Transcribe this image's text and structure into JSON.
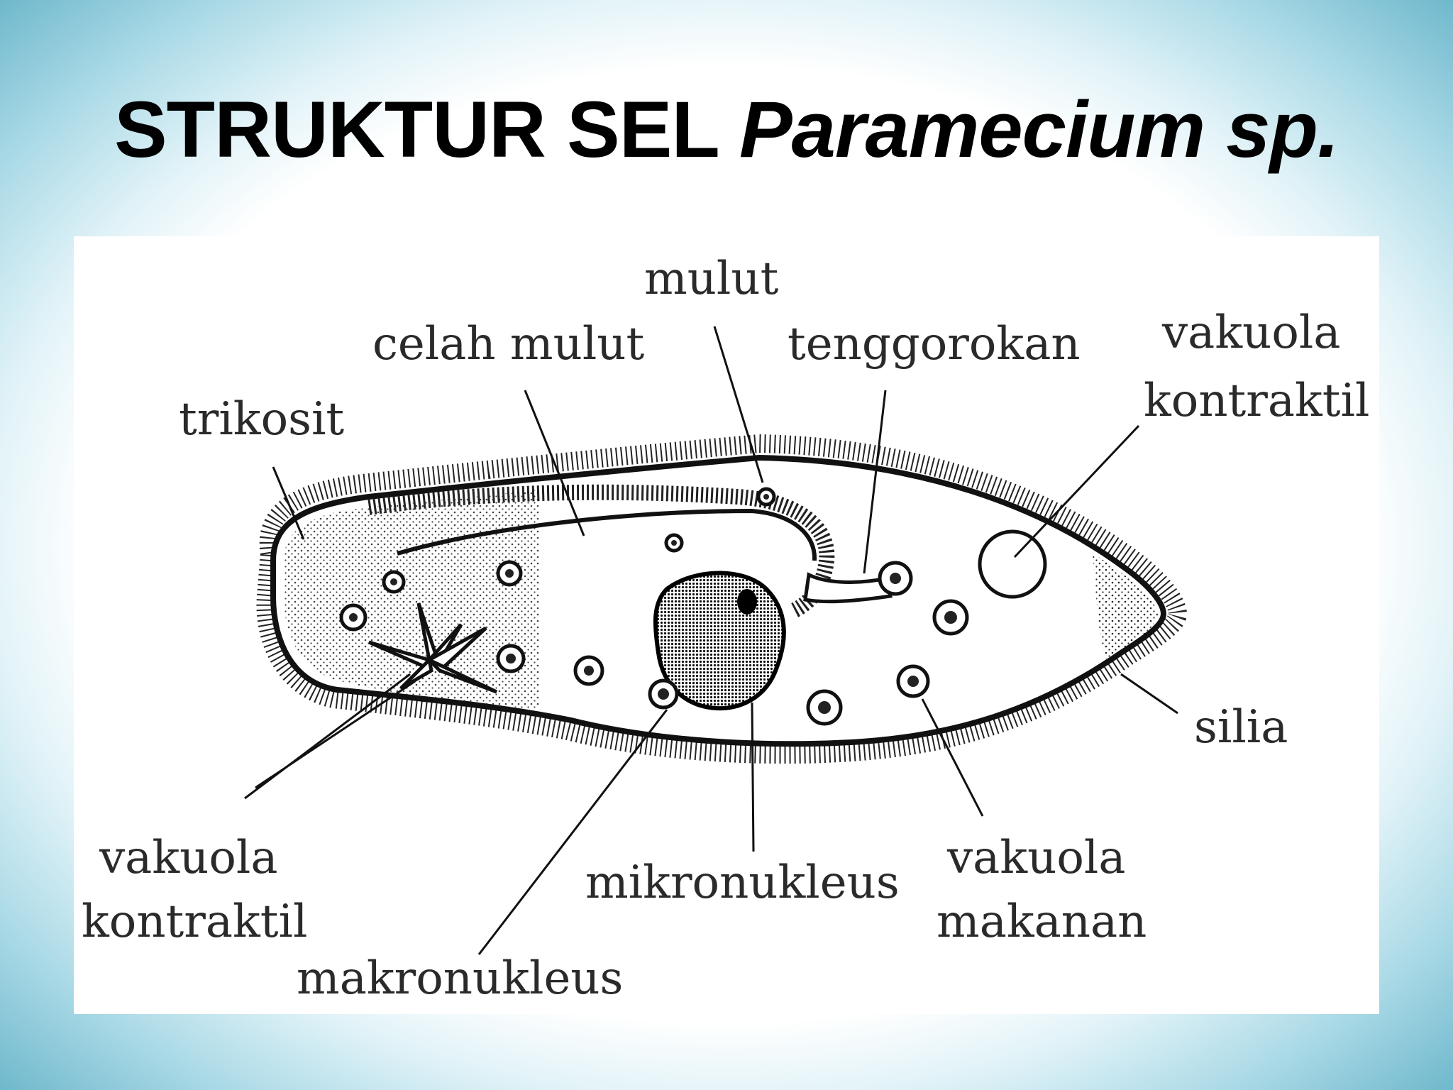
{
  "title": {
    "prefix": "STRUKTUR SEL",
    "species": "Paramecium sp."
  },
  "labels": {
    "mulut": "mulut",
    "celah_mulut": "celah mulut",
    "tenggorokan": "tenggorokan",
    "vakuola_kontraktil_top_line1": "vakuola",
    "vakuola_kontraktil_top_line2": "kontraktil",
    "trikosit": "trikosit",
    "silia": "silia",
    "vakuola_kontraktil_bottom_line1": "vakuola",
    "vakuola_kontraktil_bottom_line2": "kontraktil",
    "mikronukleus": "mikronukleus",
    "vakuola_makanan_line1": "vakuola",
    "vakuola_makanan_line2": "makanan",
    "makronukleus": "makronukleus"
  },
  "colors": {
    "frame": "#7cc3d6",
    "ink": "#1a1a1a"
  }
}
